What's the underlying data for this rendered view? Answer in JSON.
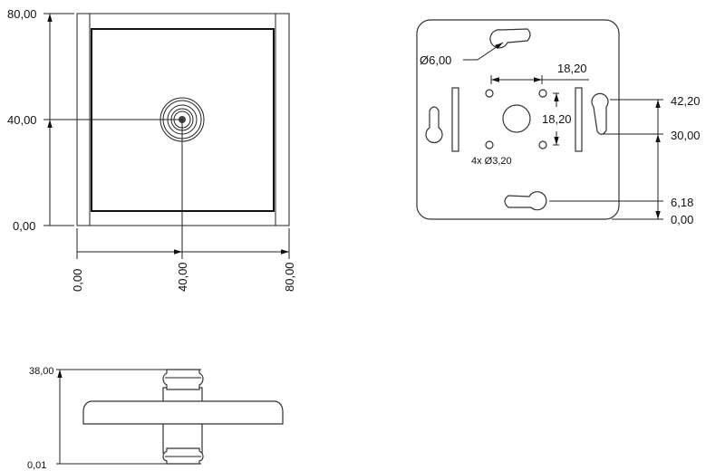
{
  "front_view": {
    "vertical_labels": [
      "80,00",
      "40,00",
      "0,00"
    ],
    "horizontal_labels": [
      "0,00",
      "40,00",
      "80,00"
    ]
  },
  "plate_view": {
    "slot_diameter_label": "Ø6,00",
    "hole_spacing_horizontal_label": "18,20",
    "hole_spacing_vertical_label": "18,20",
    "holes_label": "4x Ø3,20",
    "right_labels": [
      "42,20",
      "30,00",
      "6,18",
      "0,00"
    ]
  },
  "side_view": {
    "labels": [
      "38,00",
      "0,01"
    ]
  }
}
